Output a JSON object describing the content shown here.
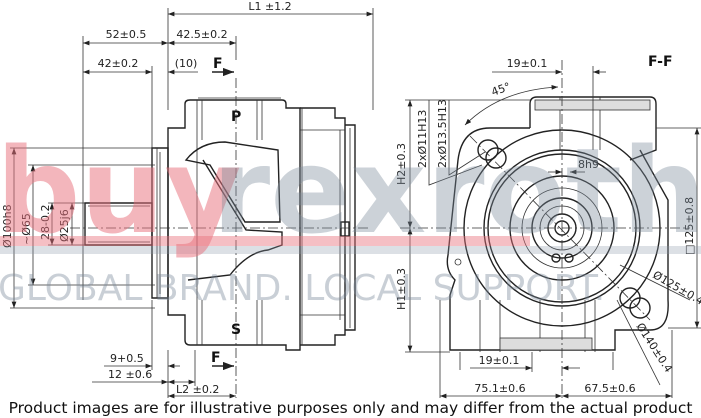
{
  "side_view": {
    "dims": {
      "L1": "L1 ±1.2",
      "d52": "52±0.5",
      "d42_5": "42.5±0.2",
      "d42": "42±0.2",
      "d10": "(10)",
      "section_mark_top": "F",
      "section_mark_bottom": "F",
      "port_p": "P",
      "port_s": "S",
      "d100": "Ø100h8",
      "d65": "~Ø65",
      "d28": "28-0.2",
      "d25": "Ø25j6",
      "d9": "9+0.5",
      "d12": "12 ±0.6",
      "L2": "L2 ±0.2"
    }
  },
  "section_view": {
    "title": "F-F",
    "dims": {
      "top19": "19±0.1",
      "angle": "45°",
      "H2": "H2±0.3",
      "holes11": "2xØ11H13",
      "holes13": "2xØ13.5H13",
      "key8": "8h9",
      "sq125": "□125±0.8",
      "H1": "H1±0.3",
      "d125": "Ø125±0.4",
      "d140": "Ø140±0.4",
      "bottom19": "19±0.1",
      "w_left": "75.1±0.6",
      "w_right": "67.5±0.6"
    }
  },
  "watermark": {
    "brand_a": "buy",
    "brand_b": "rexroth",
    "tagline": "GLOBAL BRAND. LOCAL SUPPORT."
  },
  "disclaimer": "Product images are for illustrative purposes only and may differ from the actual product"
}
